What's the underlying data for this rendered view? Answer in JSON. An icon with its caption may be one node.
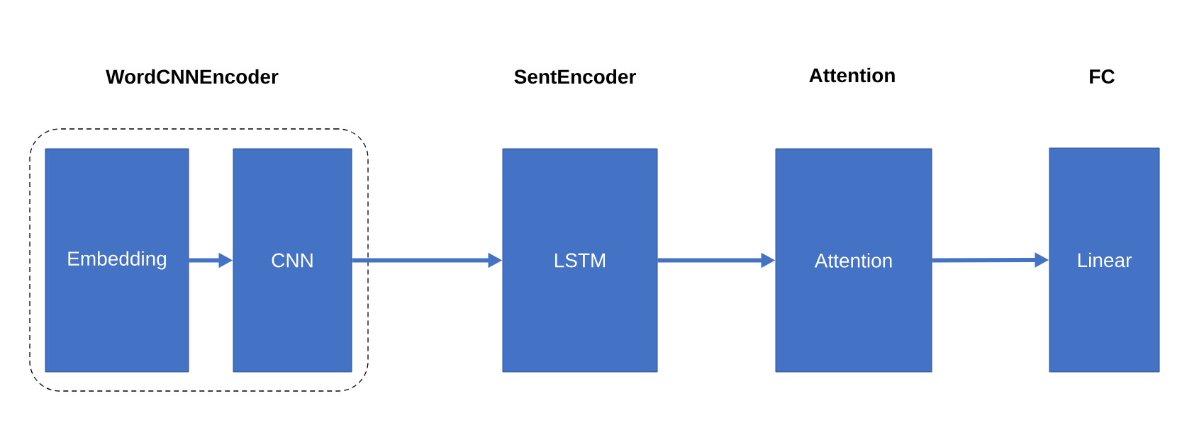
{
  "diagram": {
    "nodes": [
      {
        "text": [
          "WordCNNEncoder"
        ]
      },
      {
        "text": [
          "Embedding"
        ],
        "in": 0
      },
      {
        "text": [
          "CNN"
        ],
        "in": 0
      },
      {
        "text": [
          "LSTM"
        ],
        "beside": [
          "SentEncoder"
        ]
      },
      {
        "text": [
          "Attention"
        ],
        "beside": [
          "Attention"
        ]
      },
      {
        "text": [
          "Linear"
        ],
        "beside": [
          "FC"
        ]
      }
    ],
    "edges": [
      {
        "from": 1,
        "to": 2,
        "arrow": "to"
      },
      {
        "from": 2,
        "to": 3,
        "arrow": "to"
      },
      {
        "from": 3,
        "to": 4,
        "arrow": "to"
      },
      {
        "from": 4,
        "to": 5,
        "arrow": "to"
      }
    ]
  }
}
